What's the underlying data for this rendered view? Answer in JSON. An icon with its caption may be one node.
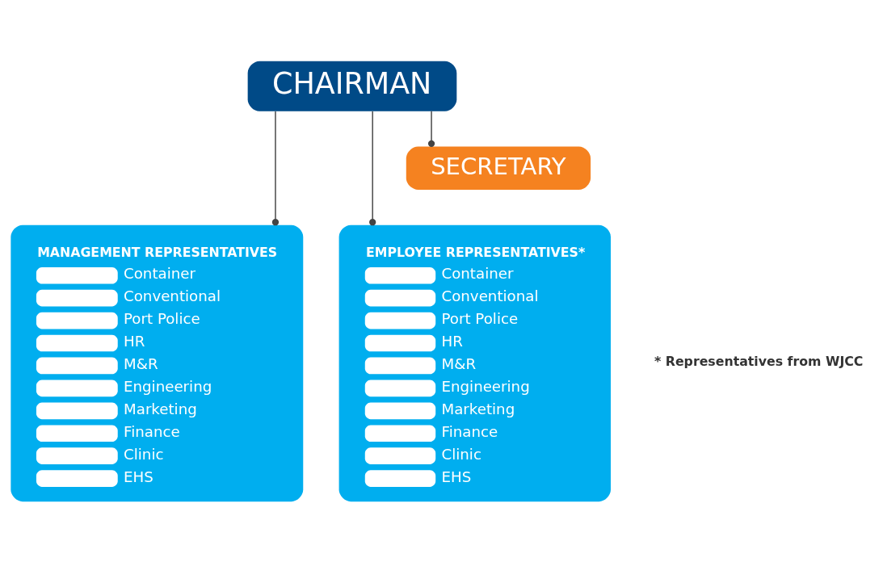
{
  "diagram": {
    "nodes": [
      {
        "text": [
          "CHAIRMAN"
        ]
      },
      {
        "text": [
          "SECRETARY"
        ]
      },
      {
        "text": [
          "MANAGEMENT REPRESENTATIVES",
          "Container",
          "Conventional",
          "Port Police",
          "HR",
          "M&R",
          "Engineering",
          "Marketing",
          "Finance",
          "Clinic",
          "EHS"
        ]
      },
      {
        "text": [
          "EMPLOYEE REPRESENTATIVES*",
          "Container",
          "Conventional",
          "Port Police",
          "HR",
          "M&R",
          "Engineering",
          "Marketing",
          "Finance",
          "Clinic",
          "EHS"
        ]
      }
    ],
    "edges": [
      {
        "from": 0,
        "to": 1,
        "arrow": "other"
      },
      {
        "from": 0,
        "to": 2,
        "arrow": "other"
      },
      {
        "from": 0,
        "to": 3,
        "arrow": "other"
      }
    ],
    "labels": [
      "* Representatives from WJCC"
    ]
  }
}
